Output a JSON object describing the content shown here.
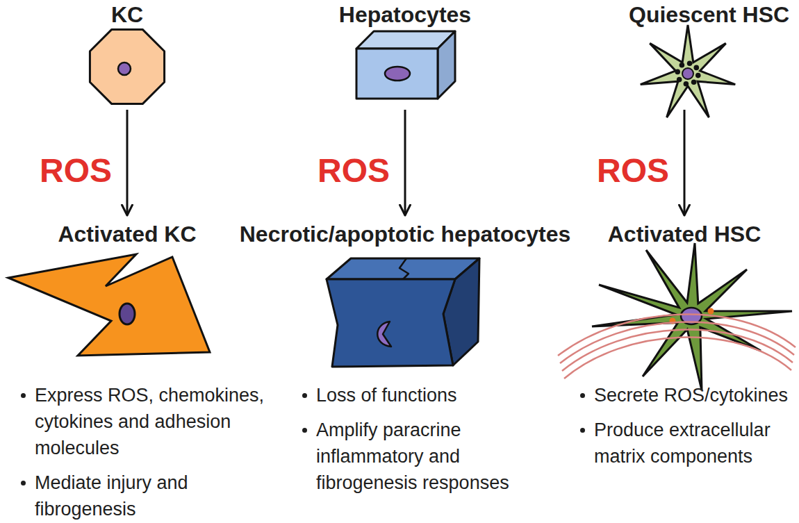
{
  "diagram": {
    "nodes": [
      {
        "text": [
          "KC"
        ]
      },
      {
        "text": [
          "Hepatocytes"
        ]
      },
      {
        "text": [
          "Quiescent HSC"
        ]
      },
      {
        "text": [
          "Activated KC",
          "Express ROS, chemokines, cytokines and adhesion molecules",
          "Mediate injury and fibrogenesis"
        ]
      },
      {
        "text": [
          "Necrotic/apoptotic hepatocytes",
          "Loss of functions",
          "Amplify paracrine inflammatory and fibrogenesis responses"
        ]
      },
      {
        "text": [
          "Activated HSC",
          "Secrete ROS/cytokines",
          "Produce extracellular matrix components"
        ]
      }
    ],
    "edges": [
      {
        "from": 0,
        "to": 3,
        "label": "ROS",
        "arrow": "to"
      },
      {
        "from": 1,
        "to": 4,
        "label": "ROS",
        "arrow": "to"
      },
      {
        "from": 2,
        "to": 5,
        "label": "ROS",
        "arrow": "to"
      }
    ]
  }
}
